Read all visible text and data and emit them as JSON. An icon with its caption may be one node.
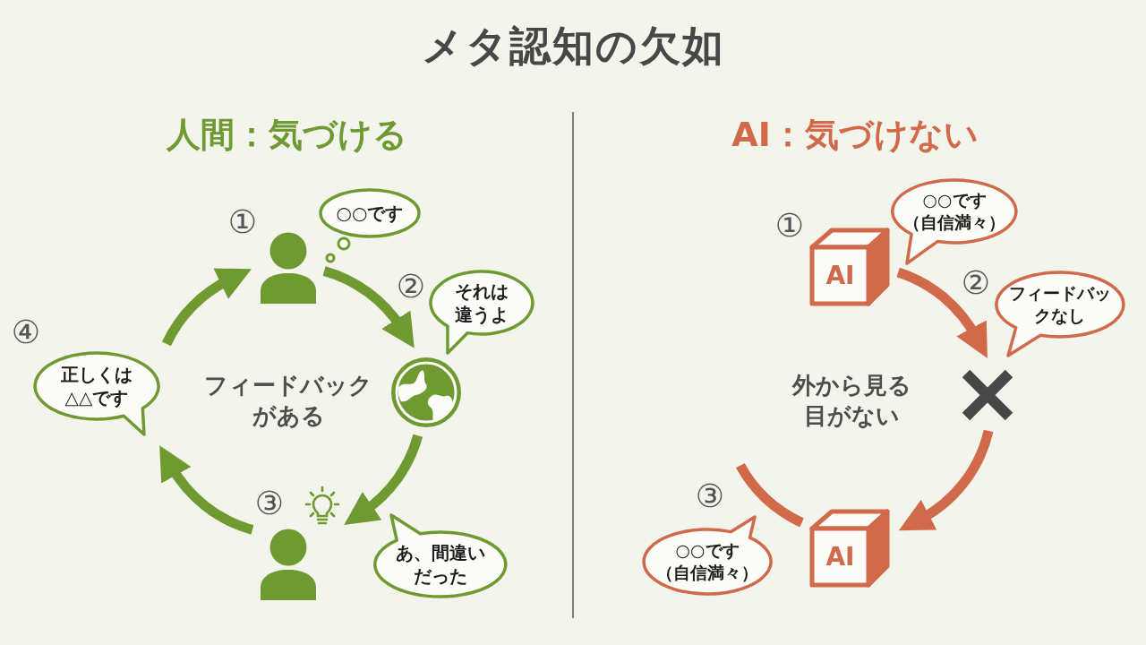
{
  "diagram": {
    "title": "メタ認知の欠如",
    "nodes": [
      {
        "text": [],
        "shape": "person"
      },
      {
        "text": [
          "○○です"
        ]
      },
      {
        "text": [],
        "shape": "globe"
      },
      {
        "text": [
          "それは違うよ"
        ]
      },
      {
        "text": [],
        "shape": "person"
      },
      {
        "text": [
          "あ、間違いだった"
        ]
      },
      {
        "text": [
          "正しくは△△です"
        ]
      },
      {
        "text": [
          "AI"
        ]
      },
      {
        "text": [
          "○○です",
          "（自信満々）"
        ]
      },
      {
        "text": [],
        "shape": "cross"
      },
      {
        "text": [
          "フィードバックなし"
        ]
      },
      {
        "text": [
          "AI"
        ]
      },
      {
        "text": [
          "○○です",
          "（自信満々）"
        ]
      }
    ],
    "edges": [
      {
        "from": 0,
        "to": 2,
        "arrow": "to"
      },
      {
        "from": 2,
        "to": 4,
        "arrow": "to"
      },
      {
        "from": 4,
        "to": 6,
        "arrow": "to"
      },
      {
        "from": 6,
        "to": 0,
        "arrow": "to"
      },
      {
        "from": 7,
        "to": 9,
        "arrow": "to",
        "color": "#d06a4a"
      },
      {
        "from": 9,
        "to": 11,
        "arrow": "to",
        "color": "#d06a4a"
      },
      {
        "from": 11,
        "to": null,
        "arrow": "none",
        "color": "#d06a4a"
      }
    ],
    "labels": [
      "人間：気づける",
      "①",
      "②",
      "④",
      "フィードバックがある",
      "③",
      "AI：気づけない",
      "①",
      "②",
      "外から見る目がない",
      "③"
    ]
  }
}
